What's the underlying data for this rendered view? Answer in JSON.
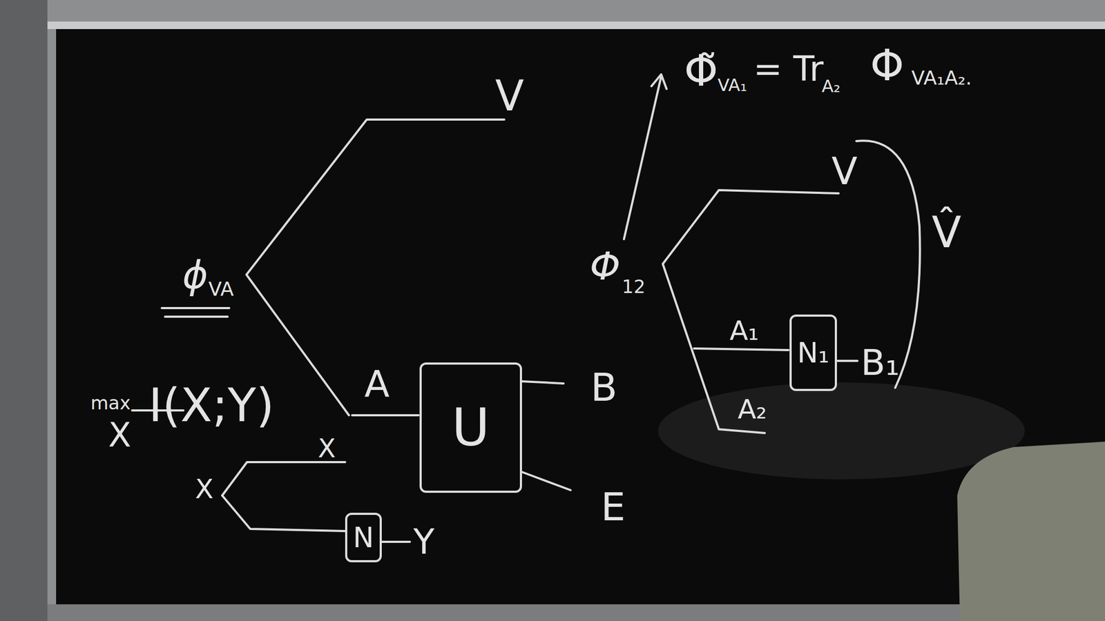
{
  "diagram": {
    "nodes": [
      {
        "text": [
          "U"
        ]
      },
      {
        "text": [
          "N"
        ]
      },
      {
        "text": [
          "N₁"
        ]
      }
    ],
    "labels": [
      "V",
      "ϕ",
      "VA",
      "A",
      "B",
      "E",
      "max",
      "X",
      "I(X;Y)",
      "X",
      "X",
      "Y",
      "Φ̃",
      "VA₁",
      "= Tr",
      "A₂",
      "Φ",
      "VA₁A₂.",
      "Φ",
      "12",
      "V",
      "A₁",
      "A₂",
      "B₁",
      "V̂"
    ]
  }
}
